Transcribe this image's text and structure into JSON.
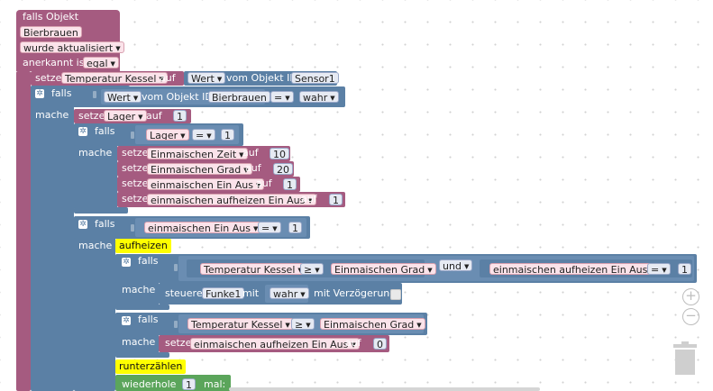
{
  "colors": {
    "trigger": "#a55b80",
    "logic": "#5b80a5",
    "variable": "#a55b80",
    "loop": "#5ba55b",
    "comment": "#ffff00"
  },
  "trigger": {
    "header": "falls Objekt",
    "object": "Bierbrauen",
    "event": "wurde aktualisiert",
    "ack_label": "anerkannt ist",
    "ack_value": "egal"
  },
  "set1": {
    "setze": "setze",
    "var": "Temperatur Kessel",
    "auf": "auf",
    "wert": "Wert",
    "vom_objekt": "vom Objekt ID",
    "id": "Sensor1"
  },
  "if1": {
    "falls": "falls",
    "mache": "mache",
    "wert": "Wert",
    "vom_objekt": "vom Objekt ID",
    "id": "Bierbrauen",
    "op": "=",
    "value": "wahr"
  },
  "set_lager": {
    "setze": "setze",
    "var": "Lager",
    "auf": "auf",
    "value": "1"
  },
  "if_lager": {
    "falls": "falls",
    "mache": "mache",
    "var": "Lager",
    "op": "=",
    "value": "1"
  },
  "sets_inner": [
    {
      "setze": "setze",
      "var": "Einmaischen Zeit",
      "auf": "auf",
      "value": "10"
    },
    {
      "setze": "setze",
      "var": "Einmaischen Grad",
      "auf": "auf",
      "value": "20"
    },
    {
      "setze": "setze",
      "var": "einmaischen Ein Aus",
      "auf": "auf",
      "value": "1"
    },
    {
      "setze": "setze",
      "var": "einmaischen aufheizen Ein Aus",
      "auf": "auf",
      "value": "1"
    }
  ],
  "if_einaus": {
    "falls": "falls",
    "mache": "mache",
    "var": "einmaischen Ein Aus",
    "op": "=",
    "value": "1"
  },
  "comment_aufheizen": "aufheizen",
  "if_temp": {
    "falls": "falls",
    "mache": "mache",
    "var_a": "Temperatur Kessel",
    "op_a": "≥",
    "var_b": "Einmaischen Grad",
    "und": "und",
    "var_c": "einmaischen aufheizen Ein Aus",
    "op_c": "=",
    "value_c": "1"
  },
  "steuere": {
    "label": "steuere",
    "device": "Funke1",
    "mit": "mit",
    "value": "wahr",
    "delay": "mit Verzögerung"
  },
  "if_temp2": {
    "falls": "falls",
    "mache": "mache",
    "var_a": "Temperatur Kessel",
    "op": "≥",
    "var_b": "Einmaischen Grad"
  },
  "set_last": {
    "setze": "setze",
    "var": "einmaischen aufheizen Ein Aus",
    "auf": "auf",
    "value": "0"
  },
  "comment_runterzaehlen": "runterzählen",
  "loop": {
    "label": "wiederhole",
    "value": "1",
    "mal": "mal:"
  },
  "zoom": {
    "in": "+",
    "out": "−"
  }
}
